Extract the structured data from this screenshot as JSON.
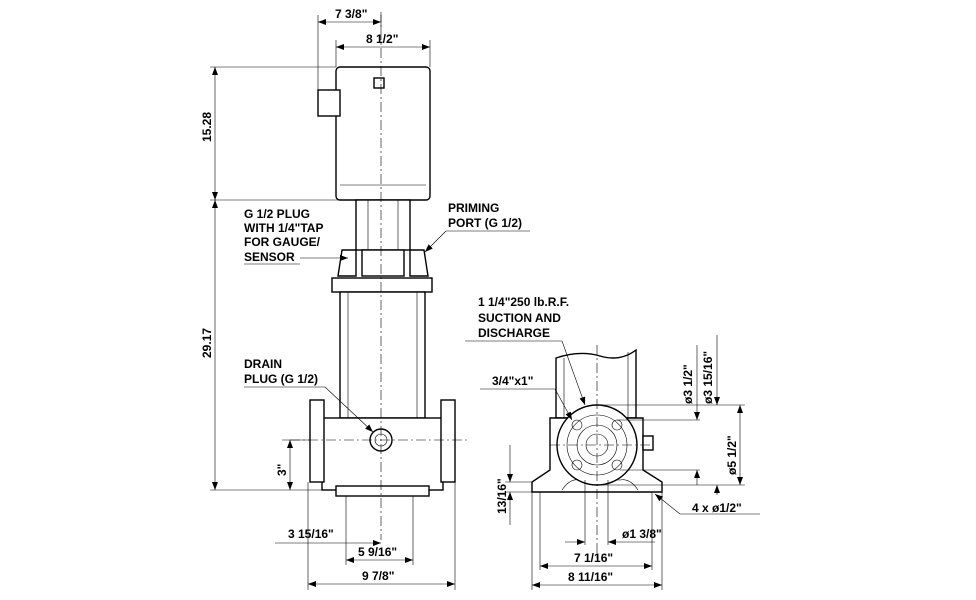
{
  "front_view": {
    "dim_terminal_offset": "7  3/8\"",
    "dim_motor_width": "8  1/2\"",
    "dim_motor_height": "15.28",
    "dim_pump_height": "29.17",
    "dim_port_height": "3\"",
    "dim_port_offset": "3 15/16\"",
    "dim_base_width": "5 9/16\"",
    "dim_flange_width": "9 7/8\"",
    "gauge_plug_label": [
      "G 1/2 PLUG",
      "WITH 1/4\"TAP",
      "FOR GAUGE/",
      "SENSOR"
    ],
    "priming_port_label": [
      "PRIMING",
      "PORT (G 1/2)"
    ],
    "drain_plug_label": [
      "DRAIN",
      "PLUG (G 1/2)"
    ]
  },
  "side_view": {
    "flange_label": [
      "1 1/4\"250 lb.R.F.",
      "SUCTION AND",
      "DISCHARGE"
    ],
    "bolt_label": "3/4\"x1\"",
    "dim_bolt_circle": "ø3 1/2\"",
    "dim_raised_face": "ø3 15/16\"",
    "dim_flange_od": "ø5 1/2\"",
    "dim_foot_height": "13/16\"",
    "dim_mount_holes": "4 x ø1/2\"",
    "dim_bore": "ø1 3/8\"",
    "dim_hole_spacing": "7 1/16\"",
    "dim_foot_width": "8 11/16\""
  }
}
